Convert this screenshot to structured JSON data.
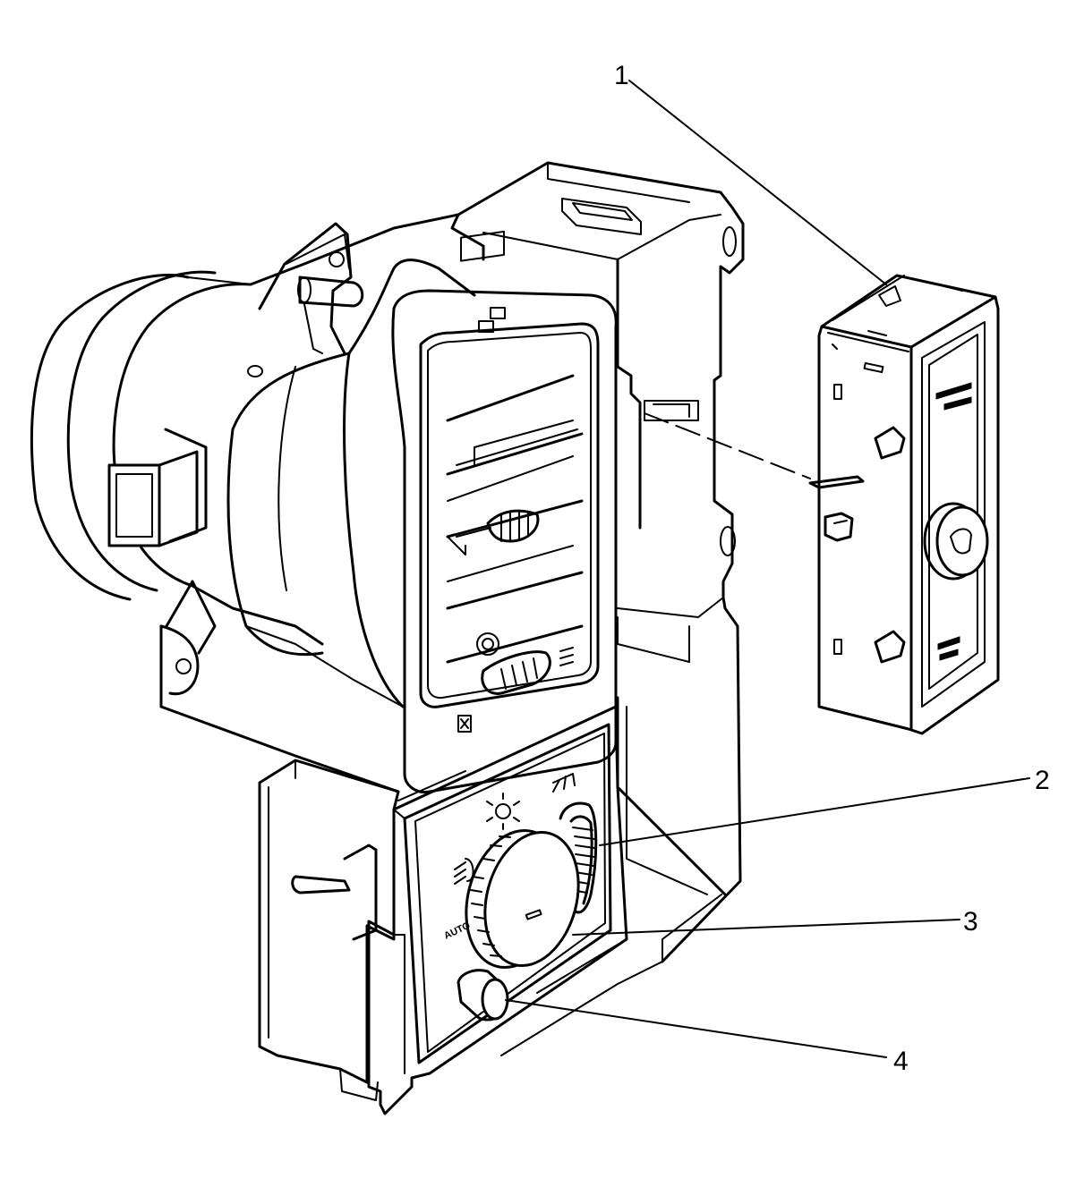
{
  "callouts": [
    {
      "id": "callout-1",
      "label": "1"
    },
    {
      "id": "callout-2",
      "label": "2"
    },
    {
      "id": "callout-3",
      "label": "3"
    },
    {
      "id": "callout-4",
      "label": "4"
    }
  ],
  "panel_markings": {
    "auto": "AUTO"
  },
  "icons": [
    "headlamp-icon",
    "parking-lamp-icon",
    "dome-lamp-icon",
    "panel-dimmer-icon",
    "defrost-icon"
  ]
}
